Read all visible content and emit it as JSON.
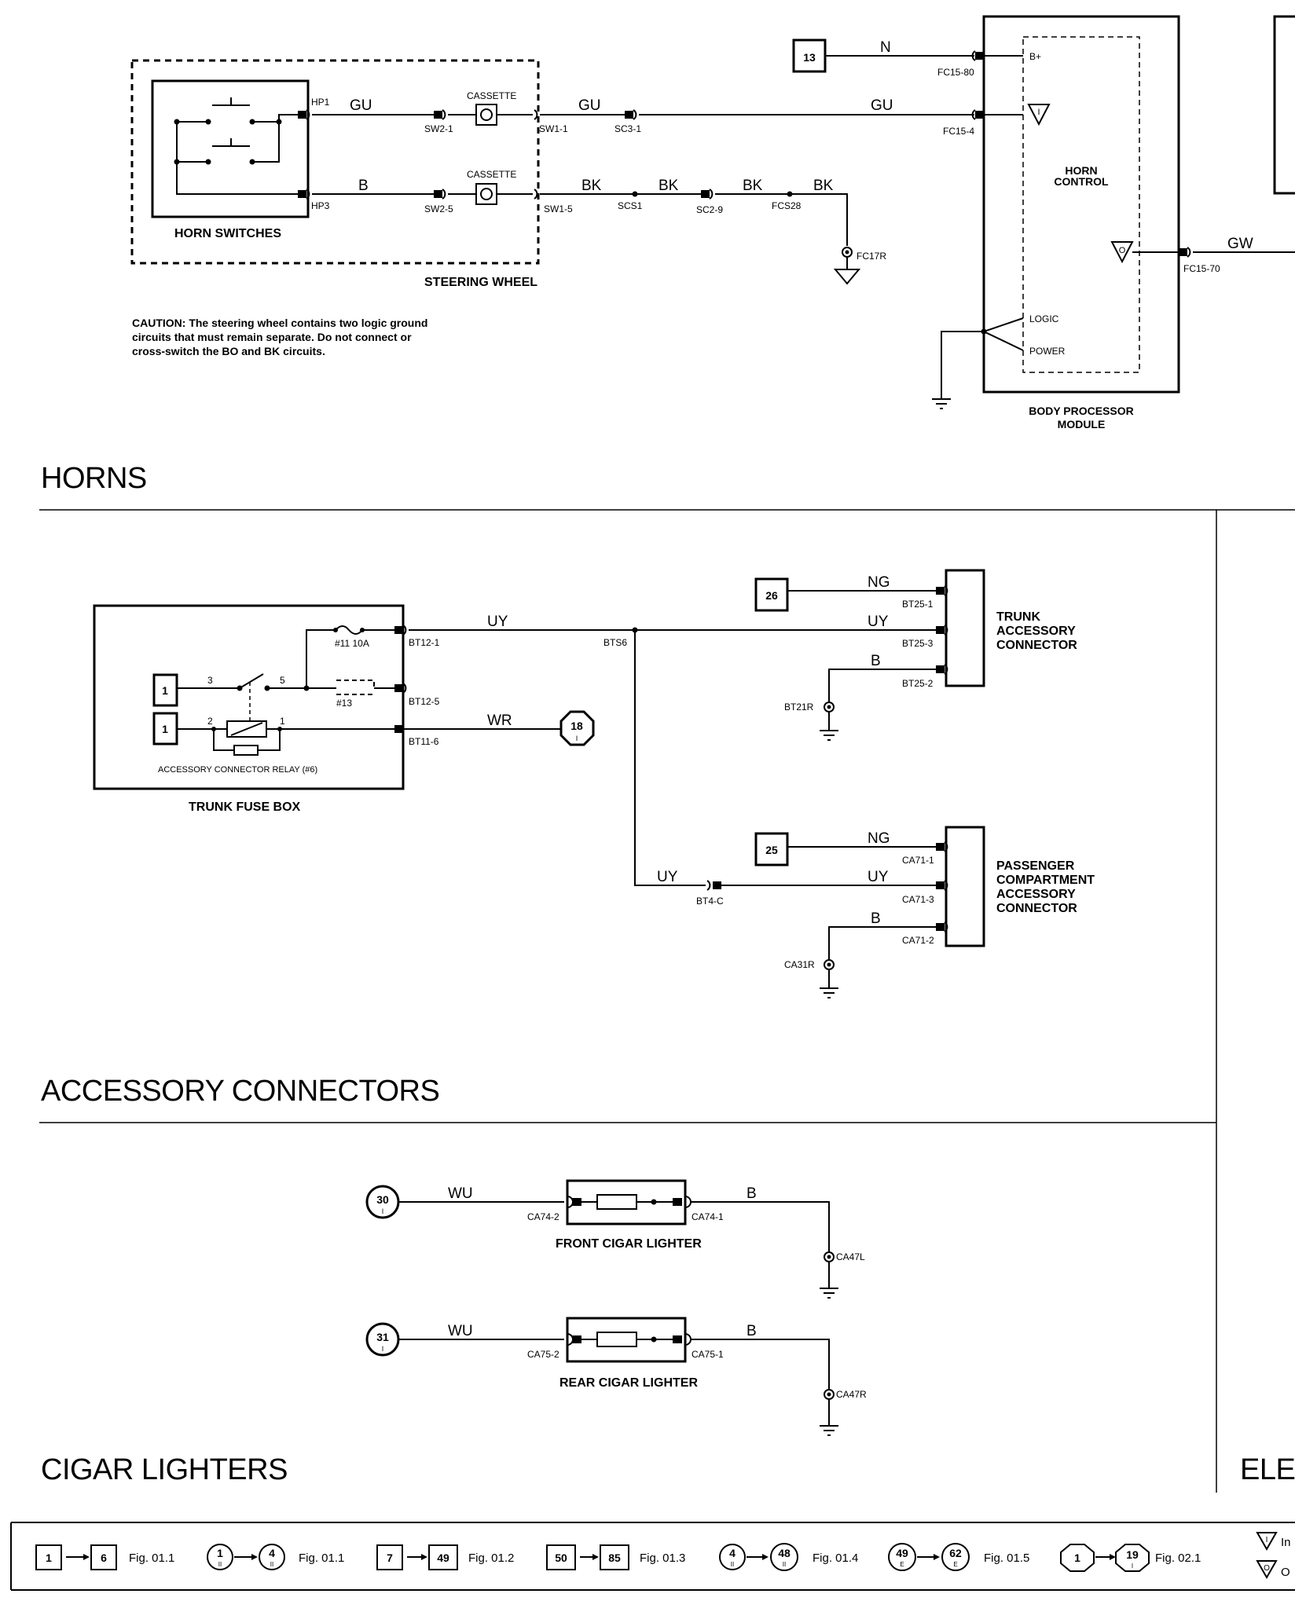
{
  "sections": {
    "horns": "HORNS",
    "accessory": "ACCESSORY CONNECTORS",
    "cigar": "CIGAR LIGHTERS",
    "right_partial": "ELEC"
  },
  "horns": {
    "horn_switches": "HORN SWITCHES",
    "steering_wheel": "STEERING WHEEL",
    "cassette_1": "CASSETTE",
    "cassette_2": "CASSETTE",
    "caution": [
      "CAUTION: The steering wheel contains two logic ground",
      "circuits that must remain separate.  Do not connect or",
      "cross-switch the BO and BK circuits."
    ],
    "hp1": "HP1",
    "hp3": "HP3",
    "sw2_1": "SW2-1",
    "sw2_5": "SW2-5",
    "sw1_1": "SW1-1",
    "sw1_5": "SW1-5",
    "sc3_1": "SC3-1",
    "scs1": "SCS1",
    "sc2_9": "SC2-9",
    "fcs28": "FCS28",
    "fc17r": "FC17R",
    "fc15_80": "FC15-80",
    "fc15_4": "FC15-4",
    "fc15_70": "FC15-70",
    "wire_gu": "GU",
    "wire_b": "B",
    "wire_bk": "BK",
    "wire_n": "N",
    "wire_gw": "GW",
    "ref_13": "13",
    "bpm_title_1": "BODY PROCESSOR",
    "bpm_title_2": "MODULE",
    "bplus": "B+",
    "horn_control_1": "HORN",
    "horn_control_2": "CONTROL",
    "logic": "LOGIC",
    "power": "POWER",
    "tri_i": "I",
    "tri_o": "O"
  },
  "accessory": {
    "trunk_fuse_box": "TRUNK FUSE BOX",
    "relay_label": "ACCESSORY CONNECTOR RELAY (#6)",
    "fuse_11": "#11 10A",
    "fuse_13": "#13",
    "ref_1a": "1",
    "ref_1b": "1",
    "ref_26": "26",
    "ref_25": "25",
    "ref_18": "18",
    "ref_18_sub": "I",
    "pin_3": "3",
    "pin_5": "5",
    "pin_2": "2",
    "pin_1": "1",
    "bt12_1": "BT12-1",
    "bt12_5": "BT12-5",
    "bt11_6": "BT11-6",
    "bts6": "BTS6",
    "bt4_c": "BT4-C",
    "bt25_1": "BT25-1",
    "bt25_3": "BT25-3",
    "bt25_2": "BT25-2",
    "bt21r": "BT21R",
    "ca71_1": "CA71-1",
    "ca71_3": "CA71-3",
    "ca71_2": "CA71-2",
    "ca31r": "CA31R",
    "wire_uy": "UY",
    "wire_wr": "WR",
    "wire_ng": "NG",
    "wire_b": "B",
    "trunk_conn": [
      "TRUNK",
      "ACCESSORY",
      "CONNECTOR"
    ],
    "pass_conn": [
      "PASSENGER",
      "COMPARTMENT",
      "ACCESSORY",
      "CONNECTOR"
    ]
  },
  "cigar": {
    "front_label": "FRONT CIGAR LIGHTER",
    "rear_label": "REAR CIGAR LIGHTER",
    "ref_30": "30",
    "ref_31": "31",
    "ref_sub": "I",
    "wire_wu": "WU",
    "wire_b": "B",
    "ca74_2": "CA74-2",
    "ca74_1": "CA74-1",
    "ca47l": "CA47L",
    "ca75_2": "CA75-2",
    "ca75_1": "CA75-1",
    "ca47r": "CA47R"
  },
  "legend": {
    "items": [
      {
        "from": "1",
        "to": "6",
        "fig": "Fig. 01.1"
      },
      {
        "from": "1",
        "from_sub": "II",
        "to": "4",
        "to_sub": "II",
        "fig": "Fig. 01.1"
      },
      {
        "from": "7",
        "to": "49",
        "fig": "Fig. 01.2"
      },
      {
        "from": "50",
        "to": "85",
        "fig": "Fig. 01.3"
      },
      {
        "from": "4",
        "from_sub": "II",
        "to": "48",
        "to_sub": "II",
        "fig": "Fig. 01.4"
      },
      {
        "from": "49",
        "from_sub": "E",
        "to": "62",
        "to_sub": "E",
        "fig": "Fig. 01.5"
      },
      {
        "from": "1",
        "to": "19",
        "to_sub": "I",
        "fig": "Fig. 02.1"
      }
    ],
    "right_i": "I",
    "right_o": "O",
    "right_i_text": "In",
    "right_o_text": "O"
  }
}
